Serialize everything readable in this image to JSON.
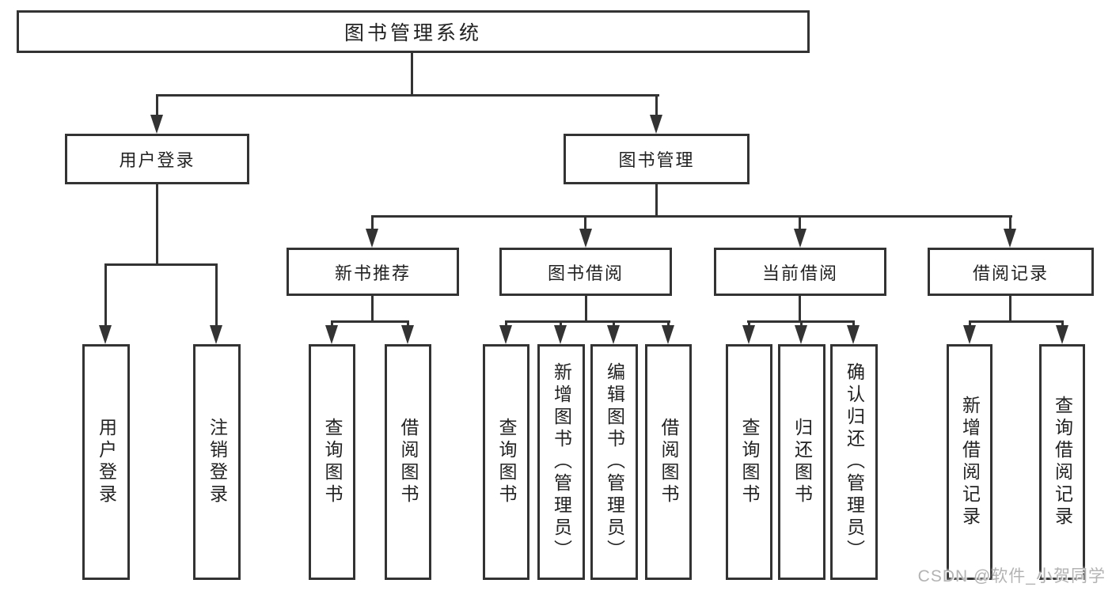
{
  "diagram_title": "图书管理系统",
  "nodes": {
    "root": "图书管理系统",
    "userLogin": "用户登录",
    "bookMgmt": "图书管理",
    "newBookRec": "新书推荐",
    "bookBorrow": "图书借阅",
    "currentBorrow": "当前借阅",
    "borrowRecords": "借阅记录"
  },
  "leaves": [
    "用户登录",
    "注销登录",
    "查询图书",
    "借阅图书",
    "查询图书",
    "新增图书（管理员）",
    "编辑图书（管理员）",
    "借阅图书",
    "查询图书",
    "归还图书",
    "确认归还（管理员）",
    "新增借阅记录",
    "查询借阅记录"
  ],
  "structure": {
    "图书管理系统": {
      "用户登录": [
        "用户登录",
        "注销登录"
      ],
      "图书管理": {
        "新书推荐": [
          "查询图书",
          "借阅图书"
        ],
        "图书借阅": [
          "查询图书",
          "新增图书（管理员）",
          "编辑图书（管理员）",
          "借阅图书"
        ],
        "当前借阅": [
          "查询图书",
          "归还图书",
          "确认归还（管理员）"
        ],
        "借阅记录": [
          "新增借阅记录",
          "查询借阅记录"
        ]
      }
    }
  },
  "watermark": "CSDN @软件_小贺同学",
  "colors": {
    "line": "#333333",
    "text": "#222222",
    "background": "#ffffff",
    "watermark": "#b3b3b3"
  }
}
